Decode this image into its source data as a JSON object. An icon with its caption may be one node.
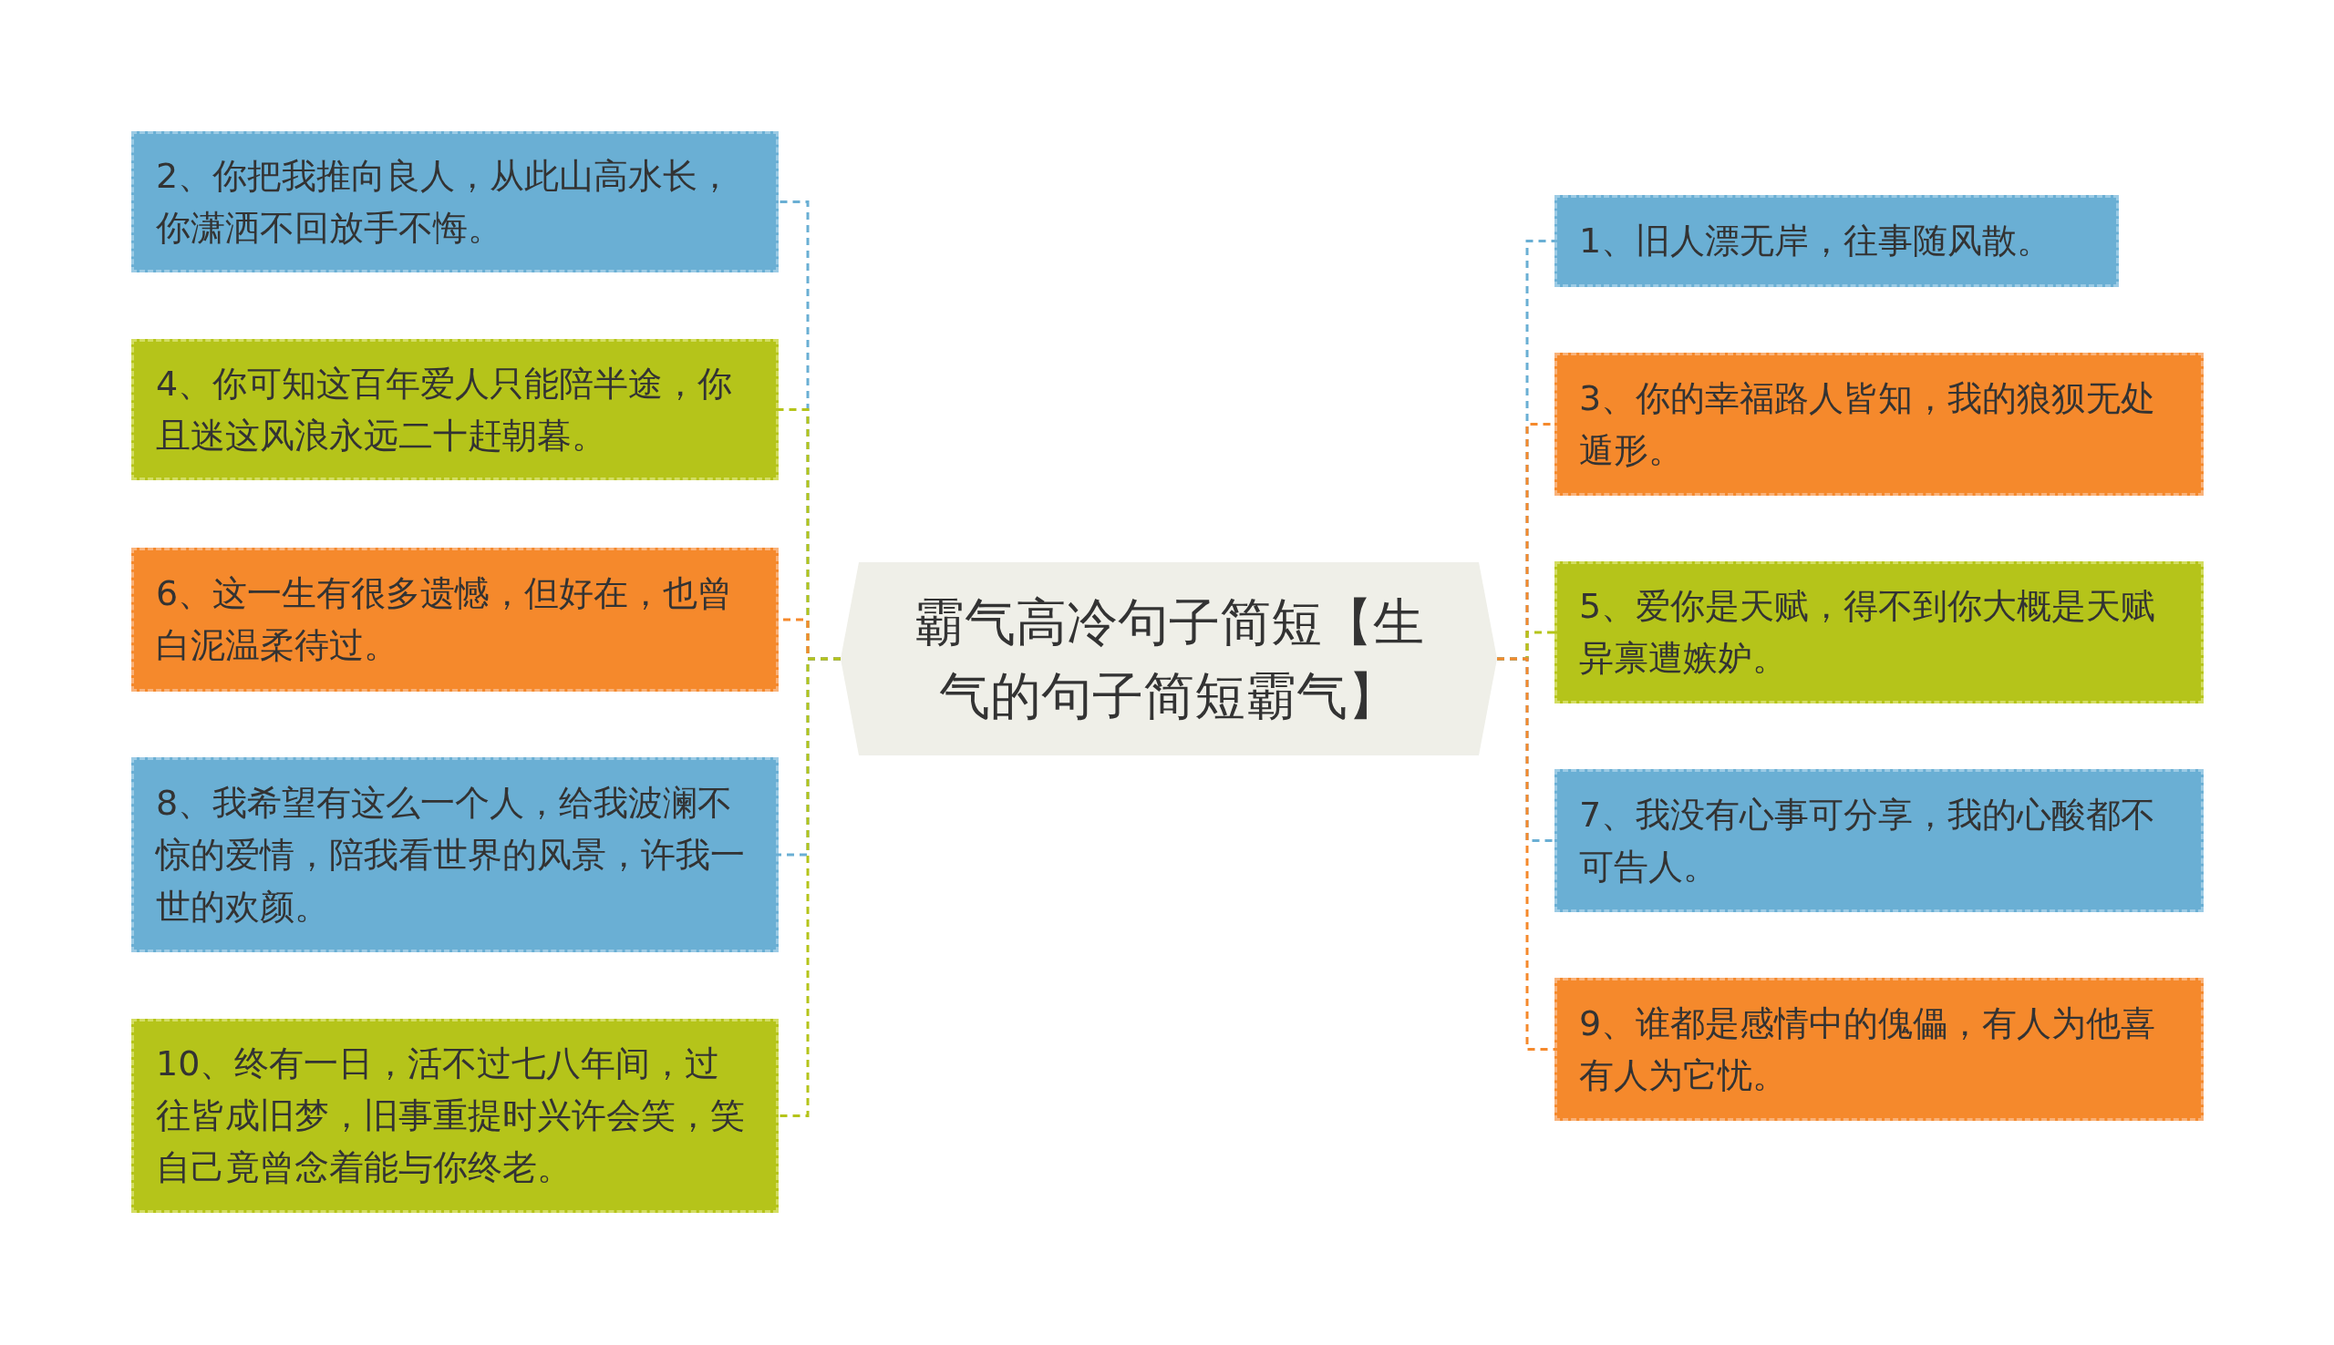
{
  "diagram": {
    "nodes": [
      {
        "text": [
          "霸气高冷句子简短【生气的句子简短霸气】"
        ]
      },
      {
        "text": [
          "2、你把我推向良人，从此山高水长，你潇洒不回放手不悔。"
        ]
      },
      {
        "text": [
          "4、你可知这百年爱人只能陪半途，你且迷这风浪永远二十赶朝暮。"
        ]
      },
      {
        "text": [
          "6、这一生有很多遗憾，但好在，也曾白泥温柔待过。"
        ]
      },
      {
        "text": [
          "8、我希望有这么一个人，给我波澜不惊的爱情，陪我看世界的风景，许我一世的欢颜。"
        ]
      },
      {
        "text": [
          "10、终有一日，活不过七八年间，过往皆成旧梦，旧事重提时兴许会笑，笑自己竟曾念着能与你终老。"
        ]
      },
      {
        "text": [
          "1、旧人漂无岸，往事随风散。"
        ]
      },
      {
        "text": [
          "3、你的幸福路人皆知，我的狼狈无处遁形。"
        ]
      },
      {
        "text": [
          "5、爱你是天赋，得不到你大概是天赋异禀遭嫉妒。"
        ]
      },
      {
        "text": [
          "7、我没有心事可分享，我的心酸都不可告人。"
        ]
      },
      {
        "text": [
          "9、谁都是感情中的傀儡，有人为他喜有人为它忧。"
        ]
      }
    ],
    "edges": [
      {
        "from": 0,
        "to": 1,
        "arrow": "none",
        "style": "dashed",
        "color": "#6aafd4"
      },
      {
        "from": 0,
        "to": 2,
        "arrow": "none",
        "style": "dashed",
        "color": "#b5c41a"
      },
      {
        "from": 0,
        "to": 3,
        "arrow": "none",
        "style": "dashed",
        "color": "#f5892c"
      },
      {
        "from": 0,
        "to": 4,
        "arrow": "none",
        "style": "dashed",
        "color": "#6aafd4"
      },
      {
        "from": 0,
        "to": 5,
        "arrow": "none",
        "style": "dashed",
        "color": "#b5c41a"
      },
      {
        "from": 0,
        "to": 6,
        "arrow": "none",
        "style": "dashed",
        "color": "#6aafd4"
      },
      {
        "from": 0,
        "to": 7,
        "arrow": "none",
        "style": "dashed",
        "color": "#f5892c"
      },
      {
        "from": 0,
        "to": 8,
        "arrow": "none",
        "style": "dashed",
        "color": "#b5c41a"
      },
      {
        "from": 0,
        "to": 9,
        "arrow": "none",
        "style": "dashed",
        "color": "#6aafd4"
      },
      {
        "from": 0,
        "to": 10,
        "arrow": "none",
        "style": "dashed",
        "color": "#f5892c"
      }
    ]
  }
}
